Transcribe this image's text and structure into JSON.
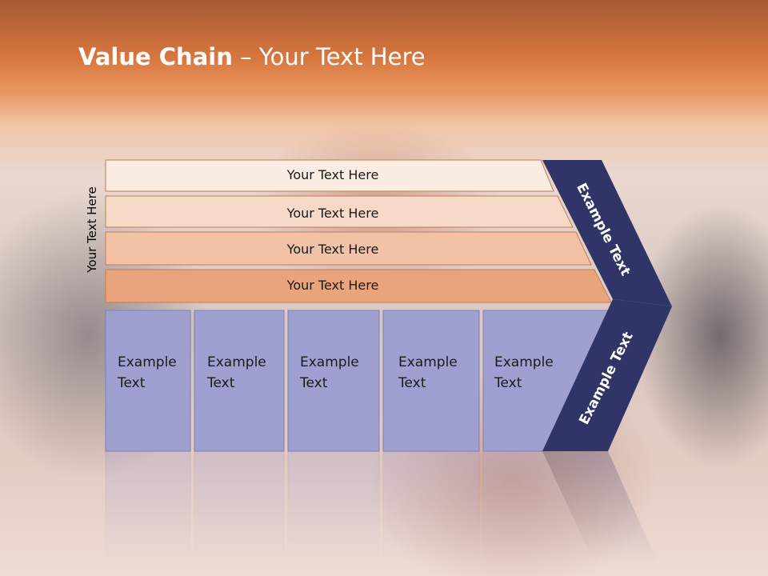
{
  "title": {
    "bold": "Value Chain",
    "rest": " – Your Text Here"
  },
  "side_label": "Your Text Here",
  "bars": [
    {
      "label": "Your Text Here",
      "fill": "#fbece4"
    },
    {
      "label": "Your Text Here",
      "fill": "#f7d9c7"
    },
    {
      "label": "Your Text Here",
      "fill": "#f2c2a6"
    },
    {
      "label": "Your Text Here",
      "fill": "#eaa47c"
    }
  ],
  "boxes": [
    {
      "line1": "Example",
      "line2": "Text"
    },
    {
      "line1": "Example",
      "line2": "Text"
    },
    {
      "line1": "Example",
      "line2": "Text"
    },
    {
      "line1": "Example",
      "line2": "Text"
    },
    {
      "line1": "Example",
      "line2": "Text"
    }
  ],
  "chevron_top_label": "Example Text",
  "chevron_bottom_label": "Example Text",
  "colors": {
    "box": "#9fa0d0",
    "box_border": "#7b7fb3",
    "chevron": "#303466",
    "bar_border": "#c77a55"
  }
}
